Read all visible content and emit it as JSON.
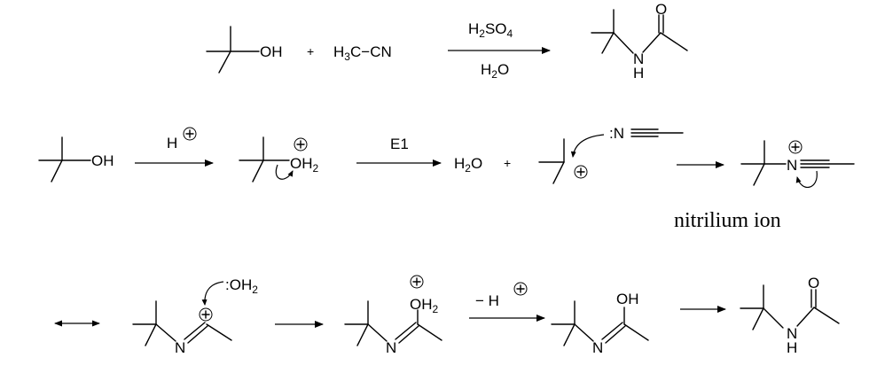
{
  "row1": {
    "reactant1_oh": "OH",
    "plus": "+",
    "reactant2_h3c": "H",
    "reactant2_sub3": "3",
    "reactant2_c": "C",
    "reactant2_dash": "−",
    "reactant2_cn": "CN",
    "reagent_top_h": "H",
    "reagent_top_sub2": "2",
    "reagent_top_so": "SO",
    "reagent_top_sub4": "4",
    "reagent_bottom_h": "H",
    "reagent_bottom_sub2": "2",
    "reagent_bottom_o": "O",
    "product_o": "O",
    "product_n": "N",
    "product_h": "H"
  },
  "row2": {
    "start_oh": "OH",
    "step1_h": "H",
    "oxonium_o": "O",
    "oxonium_h": "H",
    "oxonium_sub2": "2",
    "step2_label": "E1",
    "water_h": "H",
    "water_sub2": "2",
    "water_o": "O",
    "plus": "+",
    "nitrile_lone_pair": ":N",
    "nitrilium_n": "N",
    "nitrilium_label": "nitrilium ion"
  },
  "row3": {
    "attacking_water": ":OH",
    "attacking_water_sub2": "2",
    "imine_n": "N",
    "prot_oh": "OH",
    "prot_sub2": "2",
    "deprot_minus": "− H",
    "imidic_oh": "OH",
    "imidic_n": "N",
    "final_o": "O",
    "final_n": "N",
    "final_h": "H"
  },
  "colors": {
    "ink": "#000000",
    "background": "#ffffff"
  },
  "icons": {
    "charge": "circled-plus",
    "resonance": "double-headed-arrow",
    "electron_flow": "curved-arrow"
  }
}
